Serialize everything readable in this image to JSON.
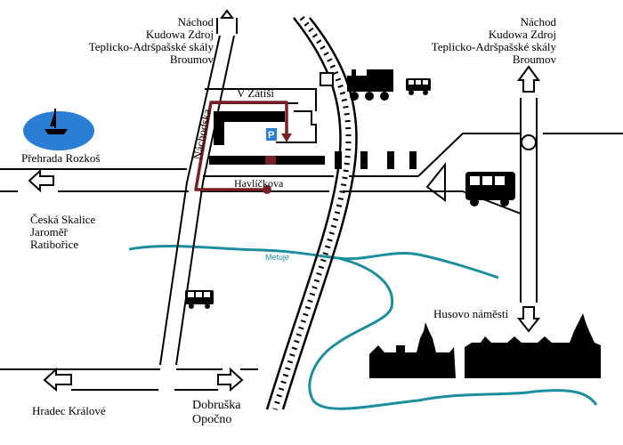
{
  "destinations": {
    "north_top": [
      "Náchod",
      "Kudowa Zdroj",
      "Teplicko-Adršpašské skály",
      "Broumov"
    ],
    "north_right": [
      "Náchod",
      "Kudowa Zdroj",
      "Teplicko-Adršpašské skály",
      "Broumov"
    ],
    "west_middle": [
      "Česká Skalice",
      "Jaroměř",
      "Ratibořice"
    ],
    "south_left": "Hradec Králové",
    "south_right": [
      "Dobruška",
      "Opočno"
    ]
  },
  "places": {
    "lake": "Přehrada Rozkoš",
    "square": "Husovo náměstí"
  },
  "streets": {
    "nachodska": "Náchodská",
    "v_zatisi": "V Zátiší",
    "havlickova": "Havlíčkova"
  },
  "river": "Metuje",
  "parking": "P",
  "icons": [
    "boat-icon",
    "train-icon",
    "bus-icon",
    "bus-stop-icon",
    "church-silhouette",
    "town-hall-silhouette",
    "arrow-icon"
  ],
  "colors": {
    "route": "#7a1f24",
    "river": "#1b8f9e",
    "lake": "#2a7fd4",
    "parking": "#2a7fd4"
  }
}
